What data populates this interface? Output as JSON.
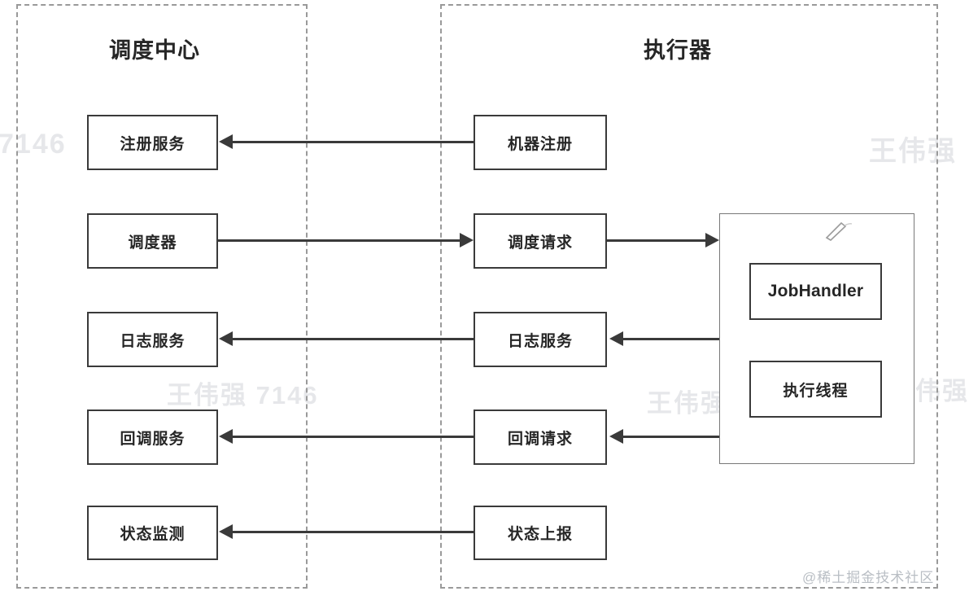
{
  "diagram": {
    "title_scheduler": "调度中心",
    "title_executor": "执行器",
    "panels": [
      {
        "name": "scheduler",
        "label": "调度中心"
      },
      {
        "name": "executor",
        "label": "执行器"
      }
    ],
    "scheduler_nodes": [
      {
        "id": "register-service",
        "label": "注册服务"
      },
      {
        "id": "scheduler",
        "label": "调度器"
      },
      {
        "id": "log-service",
        "label": "日志服务"
      },
      {
        "id": "callback-service",
        "label": "回调服务"
      },
      {
        "id": "status-monitor",
        "label": "状态监测"
      }
    ],
    "executor_nodes": [
      {
        "id": "machine-register",
        "label": "机器注册"
      },
      {
        "id": "schedule-request",
        "label": "调度请求"
      },
      {
        "id": "log-service-exec",
        "label": "日志服务"
      },
      {
        "id": "callback-request",
        "label": "回调请求"
      },
      {
        "id": "status-report",
        "label": "状态上报"
      }
    ],
    "container_nodes": [
      {
        "id": "job-handler",
        "label": "JobHandler"
      },
      {
        "id": "exec-thread",
        "label": "执行线程"
      }
    ],
    "flows": [
      {
        "from": "机器注册",
        "to": "注册服务",
        "direction": "left"
      },
      {
        "from": "调度器",
        "to": "调度请求",
        "direction": "right"
      },
      {
        "from": "调度请求",
        "to": "执行容器",
        "direction": "right"
      },
      {
        "from": "执行容器",
        "to": "日志服务",
        "direction": "left"
      },
      {
        "from": "日志服务",
        "to": "日志服务",
        "direction": "left"
      },
      {
        "from": "执行容器",
        "to": "回调请求",
        "direction": "left"
      },
      {
        "from": "回调请求",
        "to": "回调服务",
        "direction": "left"
      },
      {
        "from": "状态上报",
        "to": "状态监测",
        "direction": "left"
      }
    ]
  },
  "watermarks": {
    "faint_1": "7146",
    "faint_2": "王伟强",
    "faint_3": "王伟强 7146",
    "faint_4": "王伟强 7146",
    "faint_5": "王伟强",
    "faint_6": "王伟强",
    "badge": "@稀土掘金技术社区"
  },
  "colors": {
    "node_border": "#3a3a3a",
    "panel_border": "#9a9a9a",
    "container_border": "#787878",
    "text": "#262626",
    "background": "#ffffff",
    "watermark": "#c9ccd1"
  }
}
